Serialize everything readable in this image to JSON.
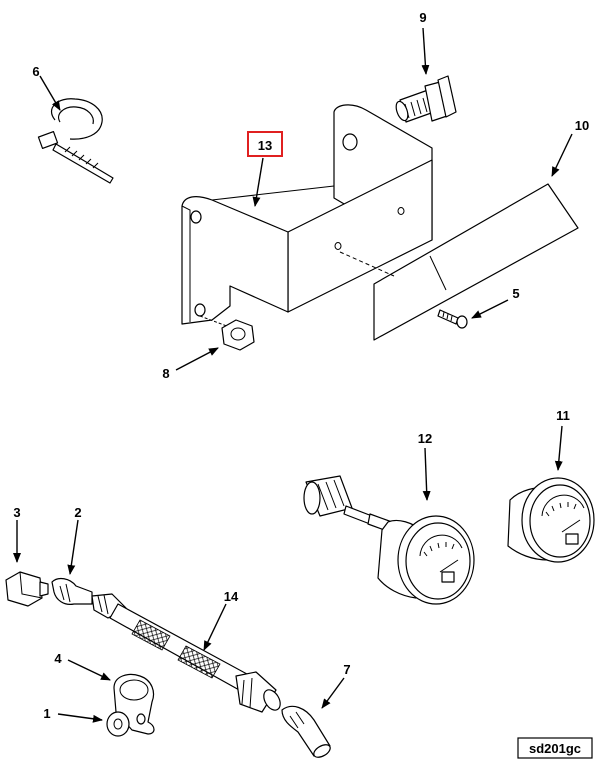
{
  "figure_id": "sd201gc",
  "highlighted_callout": "13",
  "callouts": {
    "c1": "1",
    "c2": "2",
    "c3": "3",
    "c4": "4",
    "c5": "5",
    "c6": "6",
    "c7": "7",
    "c8": "8",
    "c9": "9",
    "c10": "10",
    "c11": "11",
    "c12": "12",
    "c13": "13",
    "c14": "14"
  },
  "colors": {
    "highlight_box": "#e02020",
    "line": "#000000",
    "background": "#ffffff"
  }
}
